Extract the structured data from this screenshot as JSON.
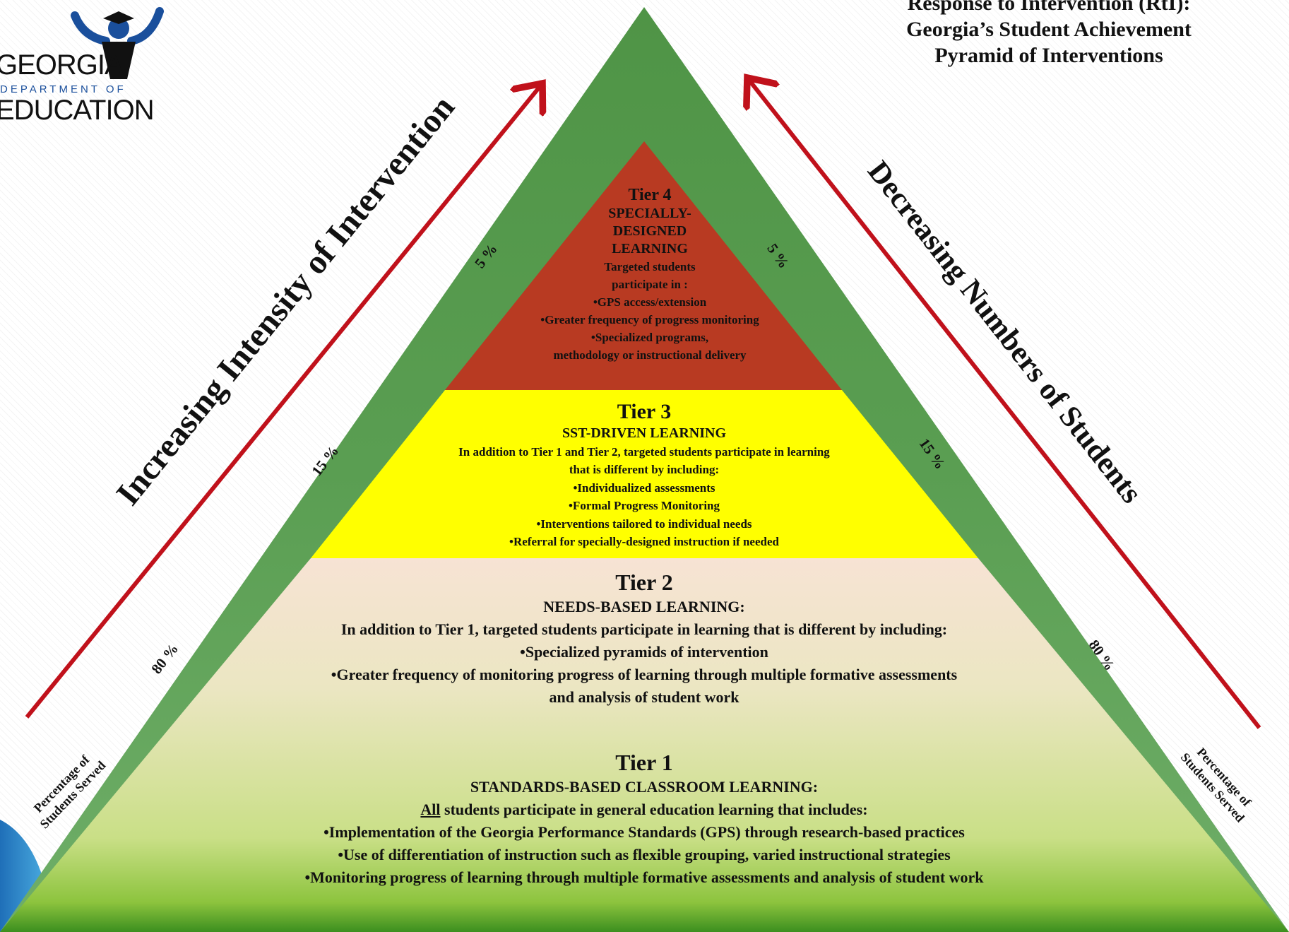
{
  "header": {
    "title_lines": [
      "Response to Intervention (RtI):",
      "Georgia’s Student Achievement",
      "Pyramid of Interventions"
    ]
  },
  "logo": {
    "line1": "GEORGIA",
    "line2": "DEPARTMENT OF",
    "line3": "EDUCATION",
    "icon": "graduate-arms-raised-icon"
  },
  "arrows": {
    "left_label": "Increasing Intensity of Intervention",
    "right_label": "Decreasing Numbers of Students"
  },
  "side_labels": {
    "percentage_served": "Percentage of Students Served",
    "left": {
      "tier4": "5 %",
      "tier3": "15 %",
      "tier1": "80 %"
    },
    "right": {
      "tier4": "5 %",
      "tier3": "15 %",
      "tier1": "80 %"
    }
  },
  "tiers": {
    "tier4": {
      "title": "Tier 4",
      "lines": [
        "SPECIALLY-",
        "DESIGNED",
        "LEARNING",
        "Targeted students",
        "participate in :",
        "•GPS access/extension",
        "•Greater frequency of progress monitoring",
        "•Specialized programs,",
        "methodology or instructional delivery"
      ]
    },
    "tier3": {
      "title": "Tier 3",
      "subtitle": "SST-DRIVEN LEARNING",
      "lines": [
        "In addition to Tier 1 and Tier 2, targeted students participate in learning",
        "that is different by including:",
        "•Individualized assessments",
        "•Formal Progress Monitoring",
        "•Interventions tailored to individual needs",
        "•Referral for specially-designed instruction if needed"
      ]
    },
    "tier2": {
      "title": "Tier 2",
      "subtitle": "NEEDS-BASED LEARNING:",
      "lines": [
        "In addition to Tier 1, targeted students participate in learning that is different by including:",
        "•Specialized pyramids of intervention",
        "•Greater frequency of monitoring progress of learning through multiple formative assessments",
        "and analysis of student work"
      ]
    },
    "tier1": {
      "title": "Tier 1",
      "subtitle": "STANDARDS-BASED CLASSROOM LEARNING:",
      "intro_underlined": "All",
      "intro_rest": " students participate in general education learning that includes:",
      "lines": [
        "•Implementation of the Georgia Performance Standards (GPS) through research-based practices",
        "•Use of differentiation of instruction such as flexible grouping, varied instructional strategies",
        "•Monitoring progress of learning through multiple formative assessments and analysis of student work"
      ]
    }
  },
  "colors": {
    "green_band": "#5a9e52",
    "tier4_red": "#b83a22",
    "tier3_yellow": "#ffff00",
    "tier2_peach": "#f7e3cf",
    "tier1_green_light": "#c8e28f",
    "arrow_red": "#c0111b",
    "logo_blue": "#1a4f9c"
  }
}
